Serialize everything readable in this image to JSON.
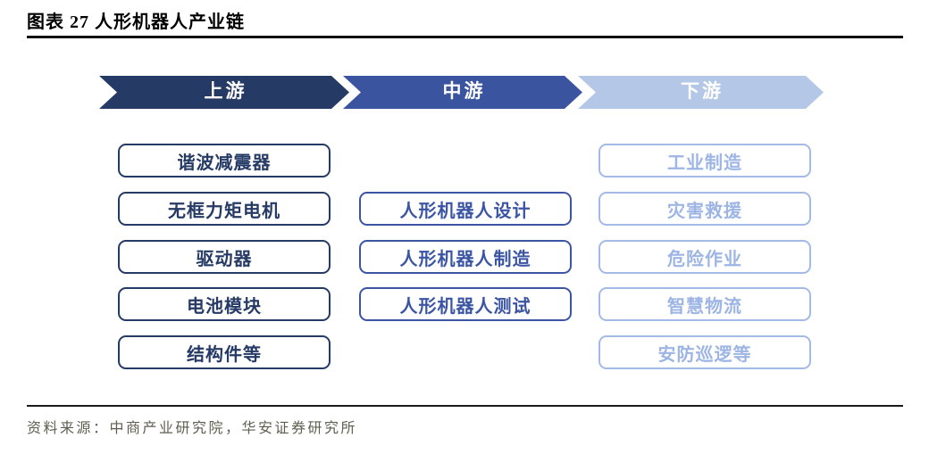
{
  "header": {
    "title": "图表 27 人形机器人产业链"
  },
  "footer": {
    "source": "资料来源：中商产业研究院，华安证券研究所"
  },
  "colors": {
    "upstream_accent": "#253A64",
    "midstream_accent": "#3B54A0",
    "downstream_accent": "#B4C7E7",
    "downstream_text": "#9DB5E4",
    "source_text": "#5E5E51"
  },
  "stages": [
    {
      "label": "上游",
      "items": [
        "谐波减震器",
        "无框力矩电机",
        "驱动器",
        "电池模块",
        "结构件等"
      ]
    },
    {
      "label": "中游",
      "items": [
        "人形机器人设计",
        "人形机器人制造",
        "人形机器人测试"
      ]
    },
    {
      "label": "下游",
      "items": [
        "工业制造",
        "灾害救援",
        "危险作业",
        "智慧物流",
        "安防巡逻等"
      ]
    }
  ]
}
